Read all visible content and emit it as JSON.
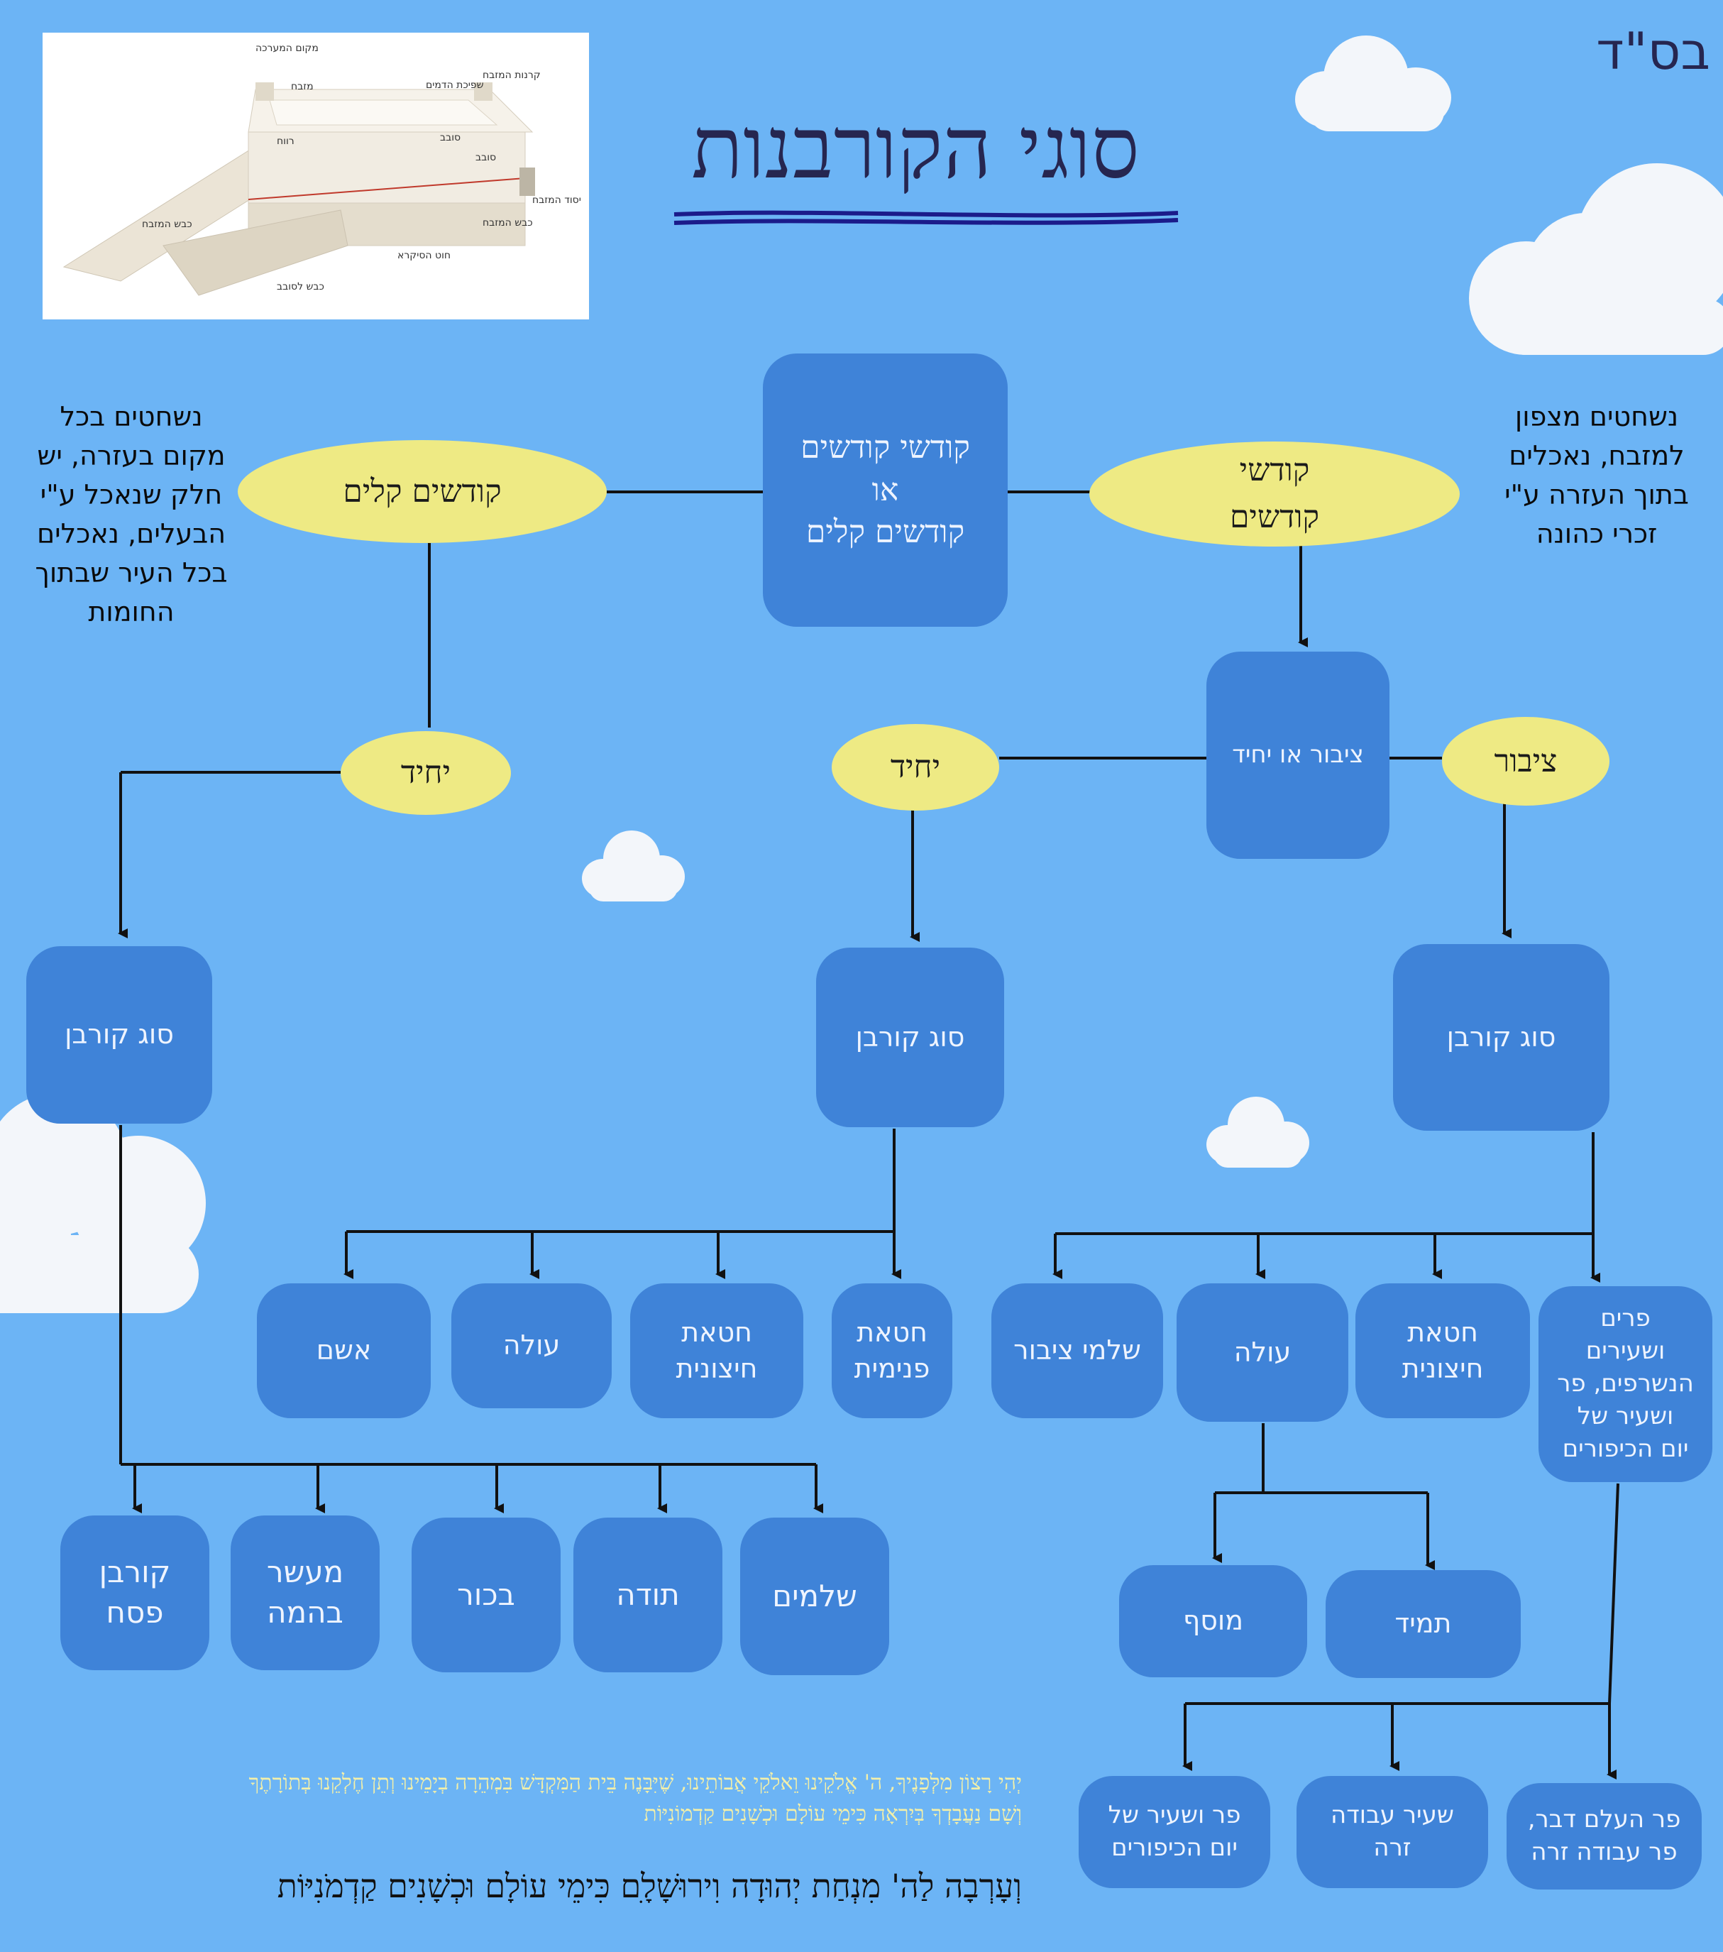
{
  "header": {
    "bsd": "בס\"ד",
    "title": "סוגי הקורבנות"
  },
  "image": {
    "labels": [
      "מקום המערכה",
      "מזבח",
      "שפיכת הדמים",
      "קרנות המזבח",
      "סובב",
      "רווח",
      "סובב",
      "יסוד המזבח",
      "כבש המזבח",
      "חוט הסיקרא",
      "כבש לסובב"
    ]
  },
  "notes": {
    "right": "נשחטים מצפון\nלמזבח, נאכלים\nבתוך העזרה ע\"י\nזכרי כהונה",
    "left": "נשחטים בכל\nמקום בעזרה, יש\nחלק שנאכל ע\"י\nהבעלים, נאכלים\nבכל העיר שבתוך\nהחומות"
  },
  "nodes": {
    "root": "קודשי קודשים\nאו\nקודשים קלים",
    "kodshei_kodashim": "קודשי\nקודשים",
    "kodashim_kalim": "קודשים קלים",
    "tzibur_o_yachid": "ציבור או יחיד",
    "tzibur": "ציבור",
    "yachid_mid": "יחיד",
    "yachid_left": "יחיד",
    "sug_korban_right": "סוג קורבן",
    "sug_korban_mid": "סוג קורבן",
    "sug_korban_left": "סוג קורבן",
    "tz_parim": "פרים\nושעירים\nהנשרפים, פר\nושעיר של\nיום הכיפורים",
    "tz_chatat_chitzonit": "חטאת\nחיצונית",
    "tz_ola": "עולה",
    "tz_shalmei_tzibur": "שלמי ציבור",
    "mid_chatat_pnimit": "חטאת\nפנימית",
    "mid_chatat_chitzonit": "חטאת\nחיצונית",
    "mid_ola": "עולה",
    "mid_asham": "אשם",
    "tamid": "תמיד",
    "musaf": "מוסף",
    "shlamim": "שלמים",
    "toda": "תודה",
    "bechor": "בכור",
    "maaser_behema": "מעשר\nבהמה",
    "korban_pesach": "קורבן\nפסח",
    "par_helem": "פר העלם דבר,\nפר עבודה זרה",
    "seir_avoda_zara": "שעיר עבודה\nזרה",
    "par_seir_yom_kippur": "פר ושעיר של\nיום הכיפורים"
  },
  "footer": {
    "prayer": "יְהִי רָצוֹן מִלְּפָנֶיךָ, ה' אֱלֹקֵינוּ וֵאלֹקֵי אֲבוֹתֵינוּ, שֶׁיִּבָּנֶה בֵּית הַמִּקְדָּשׁ בִּמְהֵרָה בְיָמֵינוּ וְתֵן חֶלְקֵנוּ בְּתוֹרָתֶךָ\nוְשָׁם נַעֲבָדְךָ בְּיִרְאָה כִּימֵי עוֹלָם וּכְשָׁנִים קַדְמוֹנִיּוֹת",
    "verse": "וְעָרְבָה לַה' מִנְחַת יְהוּדָה וִירוּשָׁלָ‍ִם כִּימֵי עוֹלָם וּכְשָׁנִים קַדְמֹנִיּוֹת"
  },
  "colors": {
    "background": "#6cb4f5",
    "box": "#3f83d8",
    "ellipse": "#eeea84",
    "title": "#262650",
    "prayer_text": "#f4f0a8"
  }
}
